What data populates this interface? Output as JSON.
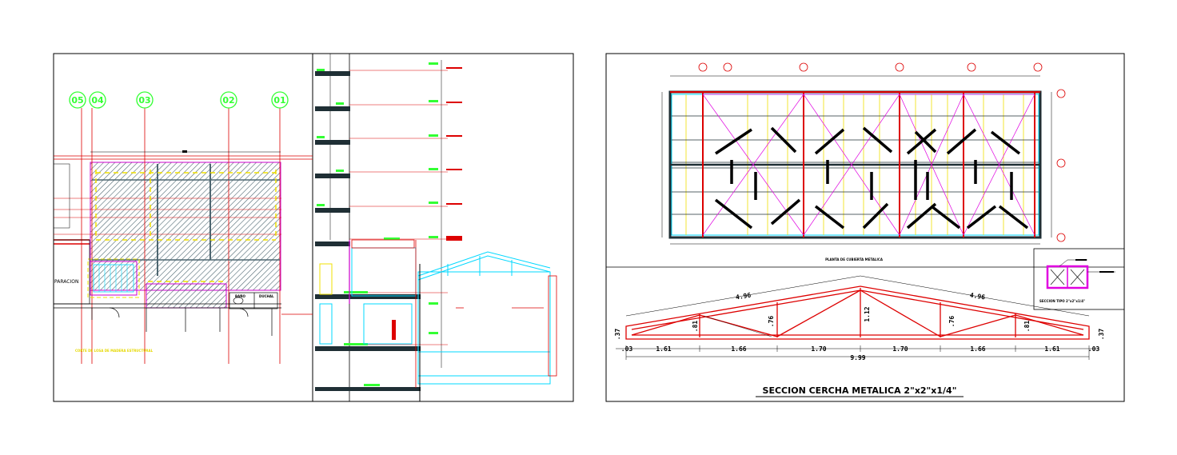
{
  "colors": {
    "outline": "#000000",
    "grid_green": "#33ff33",
    "grid_red": "#dd0000",
    "cyan": "#00d8ff",
    "yellow": "#f0e000",
    "magenta": "#e000e0",
    "hatch": "#4d6670"
  },
  "left_sheet": {
    "axis_labels": [
      "05",
      "04",
      "03",
      "02",
      "01"
    ],
    "room_label": "PARACION",
    "small_labels": [
      "BAÑO",
      "DUCHAL"
    ],
    "yellow_note": "CORTE DE LOSA DE MADERA ESTRUCTURAL"
  },
  "right_sheet": {
    "plan_title": "PLANTA DE CUBIERTA METALICA",
    "detail_label": "SECCION TIPO 2\"x2\"x1/4\"",
    "dims_top": [
      "4.96",
      "4.96"
    ],
    "dims_vertical": [
      ".37",
      ".81",
      ".76",
      "1.12",
      ".76",
      ".81",
      ".37"
    ],
    "dims_bottom": [
      ".03",
      "1.61",
      "1.66",
      "1.70",
      "1.70",
      "1.66",
      "1.61",
      ".03"
    ],
    "total_dim": "9.99",
    "section_title": "SECCION CERCHA METALICA 2\"x2\"x1/4\""
  }
}
